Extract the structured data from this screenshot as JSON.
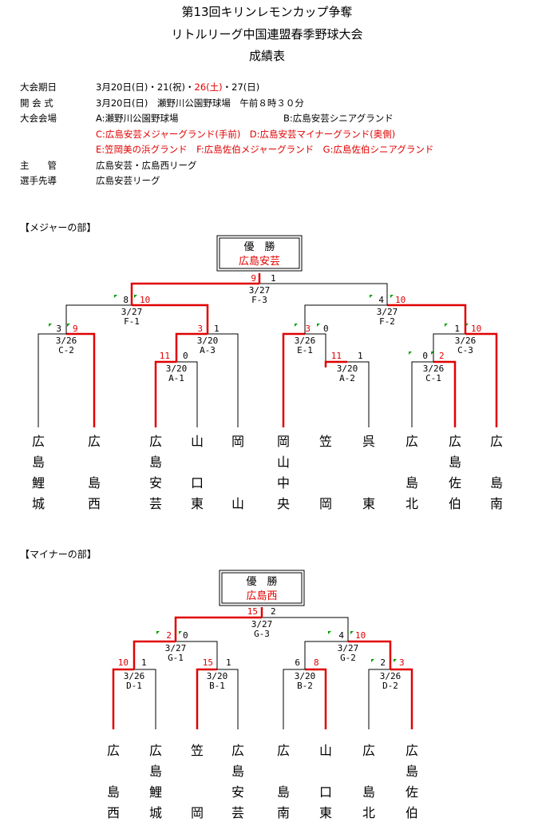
{
  "title": {
    "line1": "第13回キリンレモンカップ争奪",
    "line2": "リトルリーグ中国連盟春季野球大会",
    "line3": "成績表"
  },
  "info": {
    "period_label": "大会期日",
    "period_a": "3月20日(日)・21(祝)・",
    "period_b": "26(土)",
    "period_c": "・27(日)",
    "opening_label": "開 会 式",
    "opening": "3月20日(日)　瀬野川公園野球場　午前８時３０分",
    "venue_label": "大会会場",
    "venue_a": "A:瀬野川公園野球場",
    "venue_b": "B:広島安芸シニアグランド",
    "venue_cd": "C:広島安芸メジャーグランド(手前)　D:広島安芸マイナーグランド(奥側)",
    "venue_efg": "E:笠岡美の浜グランド　F:広島佐伯メジャーグランド　G:広島佐伯シニアグランド",
    "host_label": "主　　管",
    "host": "広島安芸・広島西リーグ",
    "oath_label": "選手先導",
    "oath": "広島安芸リーグ"
  },
  "major": {
    "heading": "【メジャーの部】",
    "champion_label": "優　勝",
    "champion": "広島安芸",
    "teams": [
      "広島鯉城",
      "広島西",
      "広島安芸",
      "山口東",
      "岡山",
      "岡山中央",
      "笠岡",
      "呉東",
      "広島北",
      "広島佐伯",
      "広島南"
    ],
    "games": [
      {
        "date": "3/26",
        "code": "C-2",
        "l": "3",
        "r": "9"
      },
      {
        "date": "3/20",
        "code": "A-1",
        "l": "11",
        "r": "0"
      },
      {
        "date": "3/20",
        "code": "A-3",
        "l": "3",
        "r": "1"
      },
      {
        "date": "3/26",
        "code": "E-1",
        "l": "3",
        "r": "0"
      },
      {
        "date": "3/20",
        "code": "A-2",
        "l": "11",
        "r": "1"
      },
      {
        "date": "3/26",
        "code": "C-1",
        "l": "0",
        "r": "2"
      },
      {
        "date": "3/26",
        "code": "C-3",
        "l": "1",
        "r": "10"
      },
      {
        "date": "3/27",
        "code": "F-1",
        "l": "8",
        "r": "10"
      },
      {
        "date": "3/27",
        "code": "F-2",
        "l": "4",
        "r": "10"
      },
      {
        "date": "3/27",
        "code": "F-3",
        "l": "9",
        "r": "1"
      }
    ]
  },
  "minor": {
    "heading": "【マイナーの部】",
    "champion_label": "優　勝",
    "champion": "広島西",
    "teams": [
      "広島西",
      "広島鯉城",
      "笠岡",
      "広島安芸",
      "広島南",
      "山口東",
      "広島北",
      "広島佐伯"
    ],
    "games": [
      {
        "date": "3/26",
        "code": "D-1",
        "l": "10",
        "r": "1"
      },
      {
        "date": "3/20",
        "code": "B-1",
        "l": "15",
        "r": "1"
      },
      {
        "date": "3/20",
        "code": "B-2",
        "l": "6",
        "r": "8"
      },
      {
        "date": "3/26",
        "code": "D-2",
        "l": "2",
        "r": "3"
      },
      {
        "date": "3/27",
        "code": "G-1",
        "l": "2",
        "r": "0"
      },
      {
        "date": "3/27",
        "code": "G-2",
        "l": "4",
        "r": "10"
      },
      {
        "date": "3/27",
        "code": "G-3",
        "l": "15",
        "r": "2"
      }
    ]
  },
  "colors": {
    "win": "#e00000",
    "line": "#000000",
    "flag": "#00a000"
  }
}
